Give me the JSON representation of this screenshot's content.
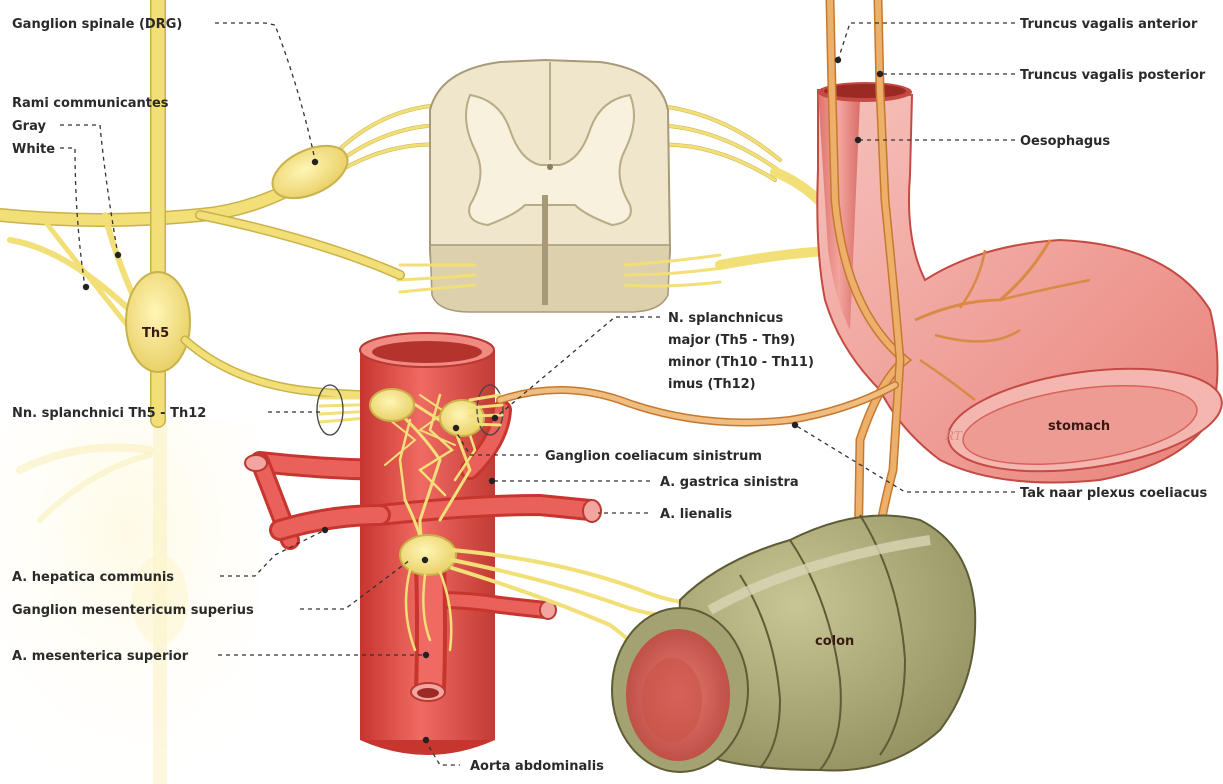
{
  "labels": {
    "ganglion_spinale": "Ganglion spinale (DRG)",
    "rami_communicantes": "Rami communicantes",
    "gray": "Gray",
    "white": "White",
    "th5": "Th5",
    "nn_splanchnici": "Nn. splanchnici Th5 - Th12",
    "a_hepatica": "A. hepatica communis",
    "ganglion_mesentericum": "Ganglion mesentericum superius",
    "a_mesenterica": "A. mesenterica superior",
    "aorta": "Aorta abdominalis",
    "truncus_anterior": "Truncus vagalis anterior",
    "truncus_posterior": "Truncus vagalis posterior",
    "oesophagus": "Oesophagus",
    "n_splanchnicus_1": "N. splanchnicus",
    "n_splanchnicus_2": "major (Th5 - Th9)",
    "n_splanchnicus_3": "minor (Th10 - Th11)",
    "n_splanchnicus_4": "imus (Th12)",
    "ganglion_coeliacum": "Ganglion coeliacum sinistrum",
    "a_gastrica": "A. gastrica sinistra",
    "a_lienalis": "A. lienalis",
    "tak_naar": "Tak naar plexus coeliacus",
    "stomach": "stomach",
    "colon": "colon",
    "signature": "RT"
  },
  "colors": {
    "nerve": "#f2df78",
    "artery": "#e0504a",
    "spinal_cord": "#efe6cc",
    "stomach": "#f0a39d",
    "colon": "#a8a677",
    "vagus": "#e9a35a"
  }
}
